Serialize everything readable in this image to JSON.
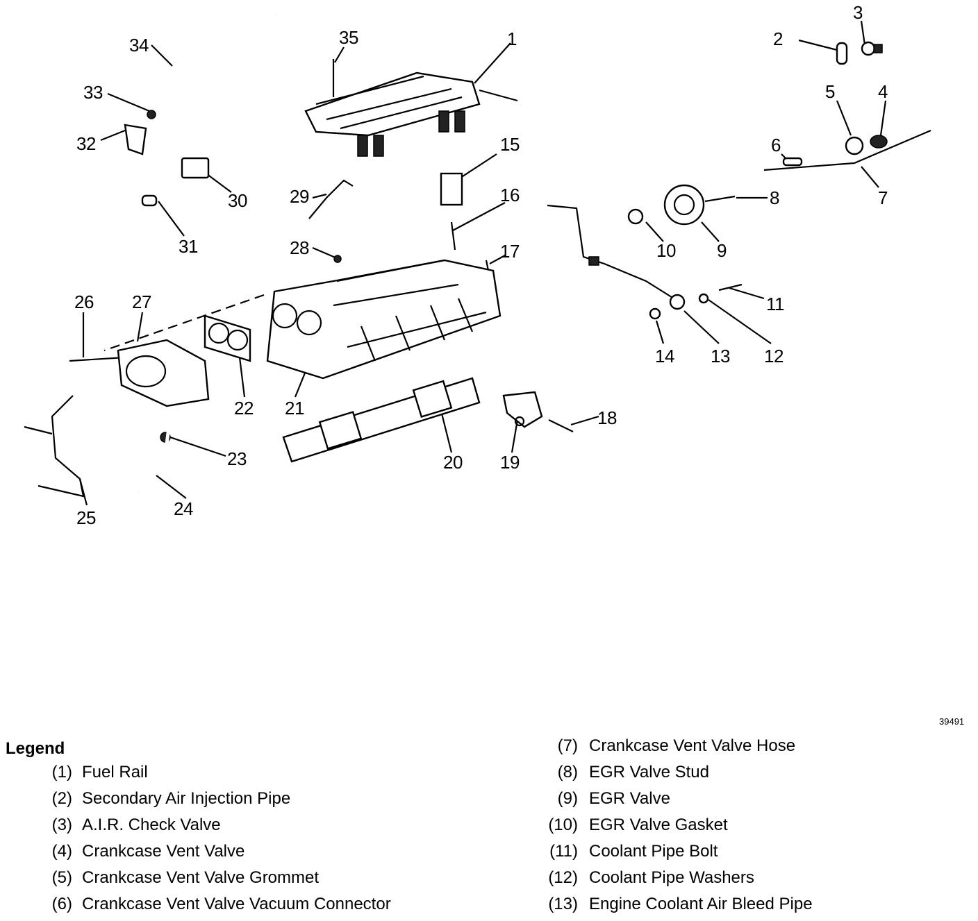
{
  "figure_id": "39491",
  "callouts": [
    "1",
    "2",
    "3",
    "4",
    "5",
    "6",
    "7",
    "8",
    "9",
    "10",
    "11",
    "12",
    "13",
    "14",
    "15",
    "16",
    "17",
    "18",
    "19",
    "20",
    "21",
    "22",
    "23",
    "24",
    "25",
    "26",
    "27",
    "28",
    "29",
    "30",
    "31",
    "32",
    "33",
    "34",
    "35"
  ],
  "legend": {
    "title": "Legend",
    "items": [
      {
        "num": "(1)",
        "text": "Fuel Rail"
      },
      {
        "num": "(2)",
        "text": "Secondary Air Injection Pipe"
      },
      {
        "num": "(3)",
        "text": "A.I.R. Check Valve"
      },
      {
        "num": "(4)",
        "text": "Crankcase Vent Valve"
      },
      {
        "num": "(5)",
        "text": "Crankcase Vent Valve Grommet"
      },
      {
        "num": "(6)",
        "text": "Crankcase Vent Valve Vacuum Connector"
      },
      {
        "num": "(7)",
        "text": "Crankcase Vent Valve Hose"
      },
      {
        "num": "(8)",
        "text": "EGR Valve Stud"
      },
      {
        "num": "(9)",
        "text": "EGR Valve"
      },
      {
        "num": "(10)",
        "text": "EGR Valve Gasket"
      },
      {
        "num": "(11)",
        "text": "Coolant Pipe Bolt"
      },
      {
        "num": "(12)",
        "text": "Coolant Pipe Washers"
      },
      {
        "num": "(13)",
        "text": "Engine Coolant Air Bleed Pipe"
      }
    ]
  }
}
